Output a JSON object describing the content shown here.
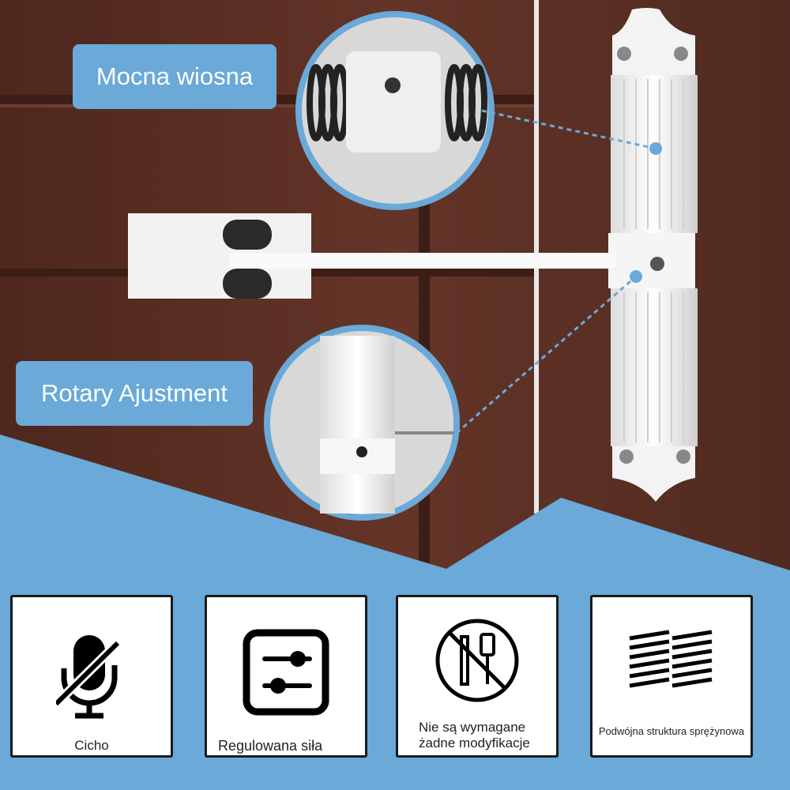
{
  "callouts": {
    "spring": "Mocna wiosna",
    "rotary": "Rotary Ajustment"
  },
  "features": [
    {
      "icon": "muted-microphone-icon",
      "label": "Cicho"
    },
    {
      "icon": "sliders-icon",
      "label": "Regulowana siła"
    },
    {
      "icon": "no-tools-icon",
      "label": "Nie są wymagane żadne modyfikacje"
    },
    {
      "icon": "double-spring-icon",
      "label": "Podwójna struktura sprężynowa"
    }
  ],
  "colors": {
    "accent": "#6aa9d8",
    "door": "#5b2f24",
    "card_border": "#1a1a1a"
  }
}
